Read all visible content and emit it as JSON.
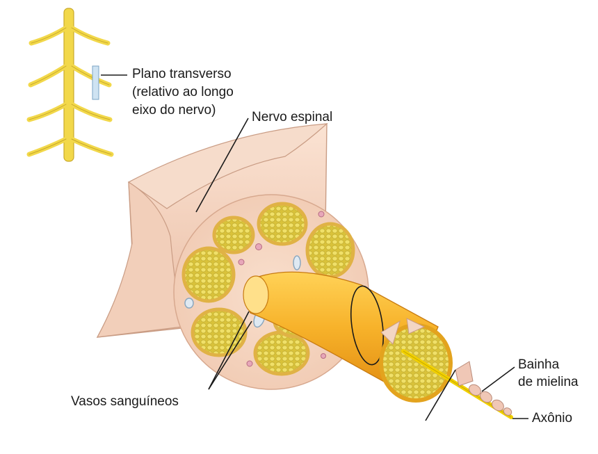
{
  "labels": {
    "plane_line1": "Plano transverso",
    "plane_line2": "(relativo ao longo",
    "plane_line3": "eixo do nervo)",
    "spinal_nerve": "Nervo espinal",
    "blood_vessels": "Vasos sanguíneos",
    "myelin_line1": "Bainha",
    "myelin_line2": "de mielina",
    "axon": "Axônio"
  },
  "colors": {
    "nerve_yellow": "#f2d84a",
    "fascicle_yellow": "#e8d23c",
    "epineurium": "#f3d6c4",
    "fiber_orange": "#f5a623",
    "leader_line": "#1a1a1a"
  }
}
